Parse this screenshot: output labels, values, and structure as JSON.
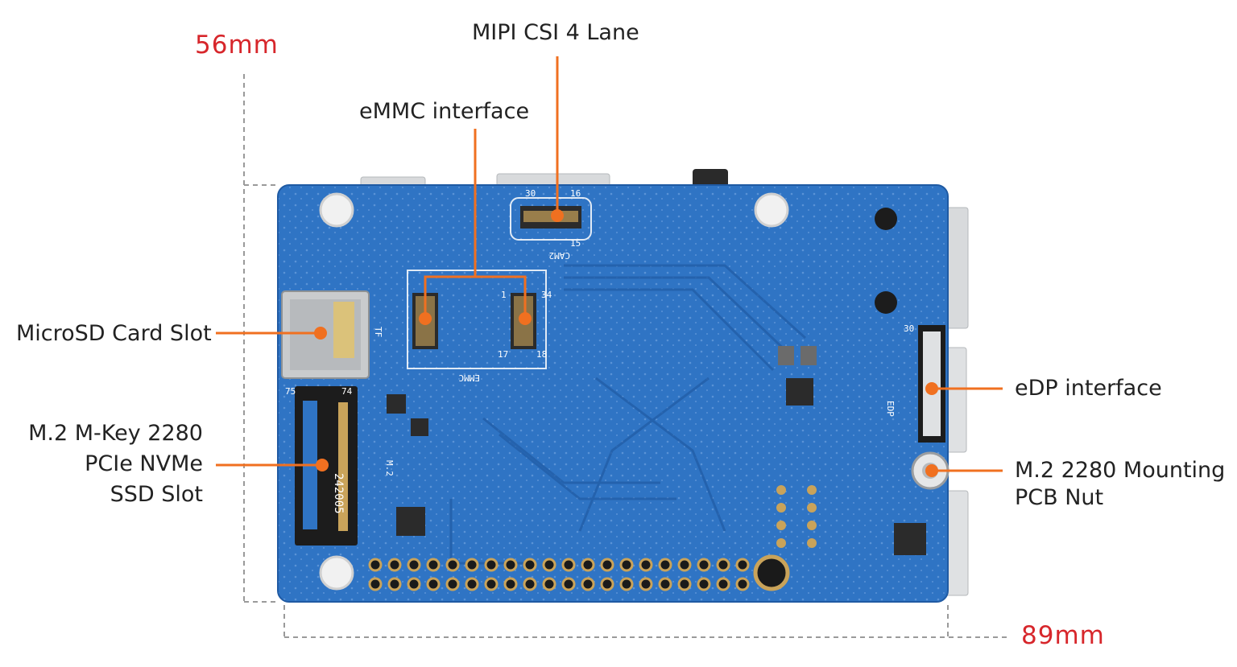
{
  "dimensions": {
    "height_label": "56mm",
    "width_label": "89mm"
  },
  "callouts": {
    "mipi": "MIPI CSI 4 Lane",
    "emmc": "eMMC interface",
    "microsd": "MicroSD Card Slot",
    "m2_line1": "M.2 M-Key 2280",
    "m2_line2": "PCIe NVMe",
    "m2_line3": "SSD Slot",
    "edp": "eDP interface",
    "nut_line1": "M.2 2280 Mounting",
    "nut_line2": "PCB Nut"
  },
  "silkscreen": {
    "cam": "CAM2",
    "emmc": "EMMC",
    "edp": "EDP",
    "tf": "TF",
    "m2": "M.2",
    "pin30a": "30",
    "pin16": "16",
    "pin15": "15",
    "pin34": "34",
    "pin1": "1",
    "pin17": "17",
    "pin18": "18",
    "pin30b": "30",
    "pin75": "75",
    "pin74": "74",
    "code": "242005"
  },
  "colors": {
    "board": "#2f74c4",
    "board_dark": "#1f5aa3",
    "callout": "#f07020",
    "dimension": "#d7262b",
    "text": "#222222"
  }
}
